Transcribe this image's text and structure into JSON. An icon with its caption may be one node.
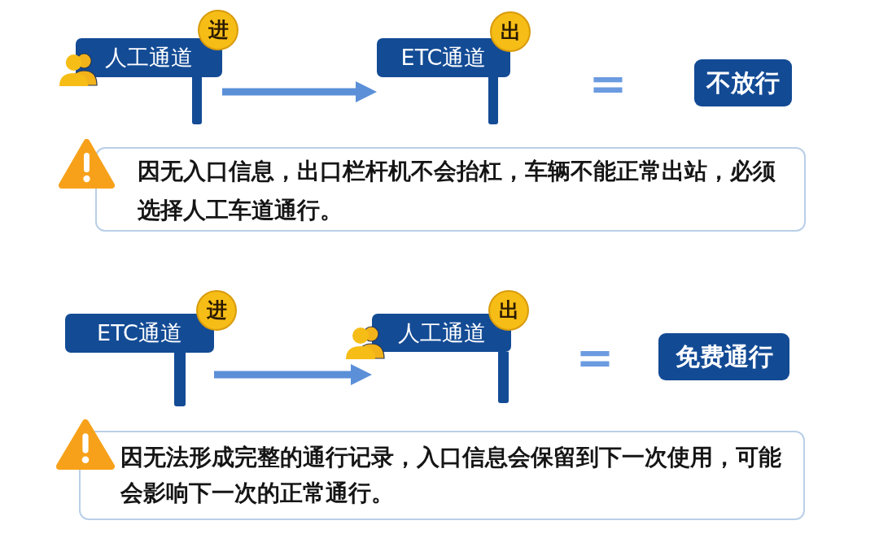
{
  "diagram": {
    "nodes": [
      {
        "text": [
          "人工通道"
        ]
      },
      {
        "text": [
          "进"
        ]
      },
      {
        "text": [
          "ETC通道"
        ]
      },
      {
        "text": [
          "出"
        ]
      },
      {
        "text": [
          "不放行"
        ]
      },
      {
        "text": [
          "因无入口信息，出口栏杆机不会抬杠，车辆不能正常出站，必须选择人工车道通行。"
        ]
      },
      {
        "text": [
          "ETC通道"
        ]
      },
      {
        "text": [
          "进"
        ]
      },
      {
        "text": [
          "人工通道"
        ]
      },
      {
        "text": [
          "出"
        ]
      },
      {
        "text": [
          "免费通行"
        ]
      },
      {
        "text": [
          "因无法形成完整的通行记录，入口信息会保留到下一次使用，可能会影响下一次的正常通行。"
        ]
      }
    ],
    "edges": [
      {
        "from": 0,
        "to": 2,
        "arrow": "to"
      },
      {
        "from": 6,
        "to": 8,
        "arrow": "to"
      }
    ],
    "labels": [
      "=",
      "="
    ]
  }
}
